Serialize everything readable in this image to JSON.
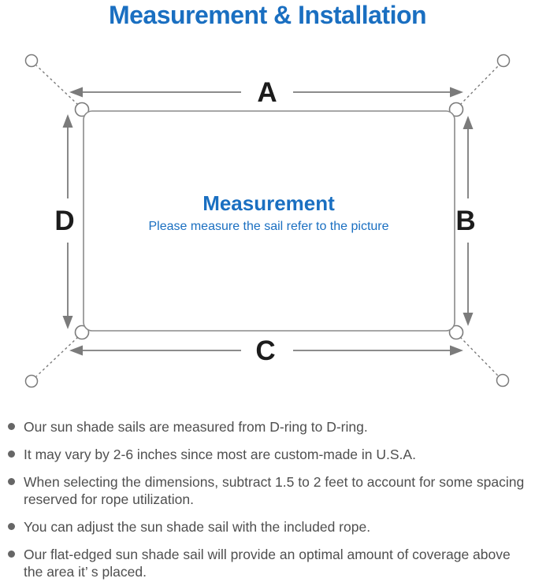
{
  "page_title": "Measurement & Installation",
  "diagram": {
    "center_title": "Measurement",
    "center_subtitle": "Please measure the sail refer to the picture",
    "dimension_labels": {
      "top": "A",
      "right": "B",
      "bottom": "C",
      "left": "D"
    },
    "colors": {
      "accent_blue": "#1a6fc1",
      "line_gray": "#7b7b7b",
      "dimension_label_black": "#1c1c1c",
      "note_text_gray": "#4f4f4f"
    }
  },
  "notes": {
    "items": [
      "Our sun shade sails are measured from D-ring to D-ring.",
      "It may vary by 2-6 inches since most are custom-made in U.S.A.",
      "When selecting the dimensions, subtract 1.5 to 2 feet to account for some spacing reserved for rope utilization.",
      "You can adjust the sun shade sail with the included rope.",
      "Our flat-edged sun shade sail will provide an optimal amount of coverage above the area it’ s placed."
    ]
  }
}
